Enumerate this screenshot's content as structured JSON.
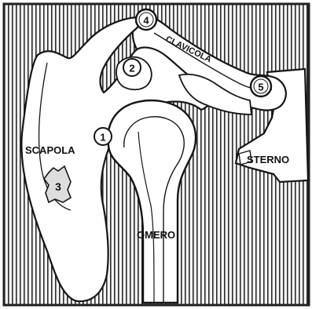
{
  "labels": {
    "scapola": "SCAPOLA",
    "clavicola": "CLAVICOLA",
    "sterno": "STERNO",
    "omero": "OMERO"
  },
  "markers": {
    "m1": "1",
    "m2": "2",
    "m3": "3",
    "m4": "4",
    "m5": "5"
  },
  "colors": {
    "hatch": "#2b2b2b",
    "bone_fill": "#ffffff",
    "outline": "#151515",
    "frame": "#222222"
  }
}
